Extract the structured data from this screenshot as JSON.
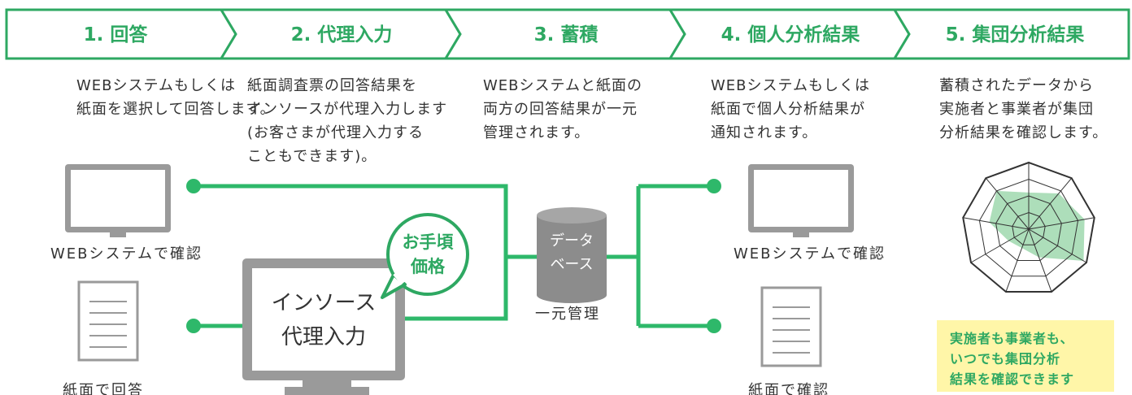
{
  "steps": [
    {
      "label": "1. 回答"
    },
    {
      "label": "2. 代理入力"
    },
    {
      "label": "3. 蓄積"
    },
    {
      "label": "4. 個人分析結果"
    },
    {
      "label": "5. 集団分析結果"
    }
  ],
  "descriptions": [
    "WEBシステムもしくは\n紙面を選択して回答します。",
    "紙面調査票の回答結果を\nインソースが代理入力します\n(お客さまが代理入力する\nこともできます)。",
    "WEBシステムと紙面の\n両方の回答結果が一元\n管理されます。",
    "WEBシステムもしくは\n紙面で個人分析結果が\n通知されます。",
    "蓄積されたデータから\n実施者と事業者が集団\n分析結果を確認します。"
  ],
  "left": {
    "web_label": "WEBシステムで確認",
    "paper_label": "紙面で回答"
  },
  "proxy": {
    "screen_text": "インソース\n代理入力",
    "bubble_text": "お手頃\n価格"
  },
  "database": {
    "cylinder_text": "データ\nベース",
    "caption": "一元管理"
  },
  "right": {
    "web_label": "WEBシステムで確認",
    "paper_label": "紙面で確認"
  },
  "note": {
    "text": "実施者も事業者も、\nいつでも集団分析\n結果を確認できます"
  },
  "colors": {
    "accent": "#2ea862",
    "line": "#2eb86a",
    "monitor": "#9a9a9a",
    "database": "#8c8c8c",
    "radar_fill": "#9fd8ae",
    "note_bg": "#fff6a8"
  }
}
